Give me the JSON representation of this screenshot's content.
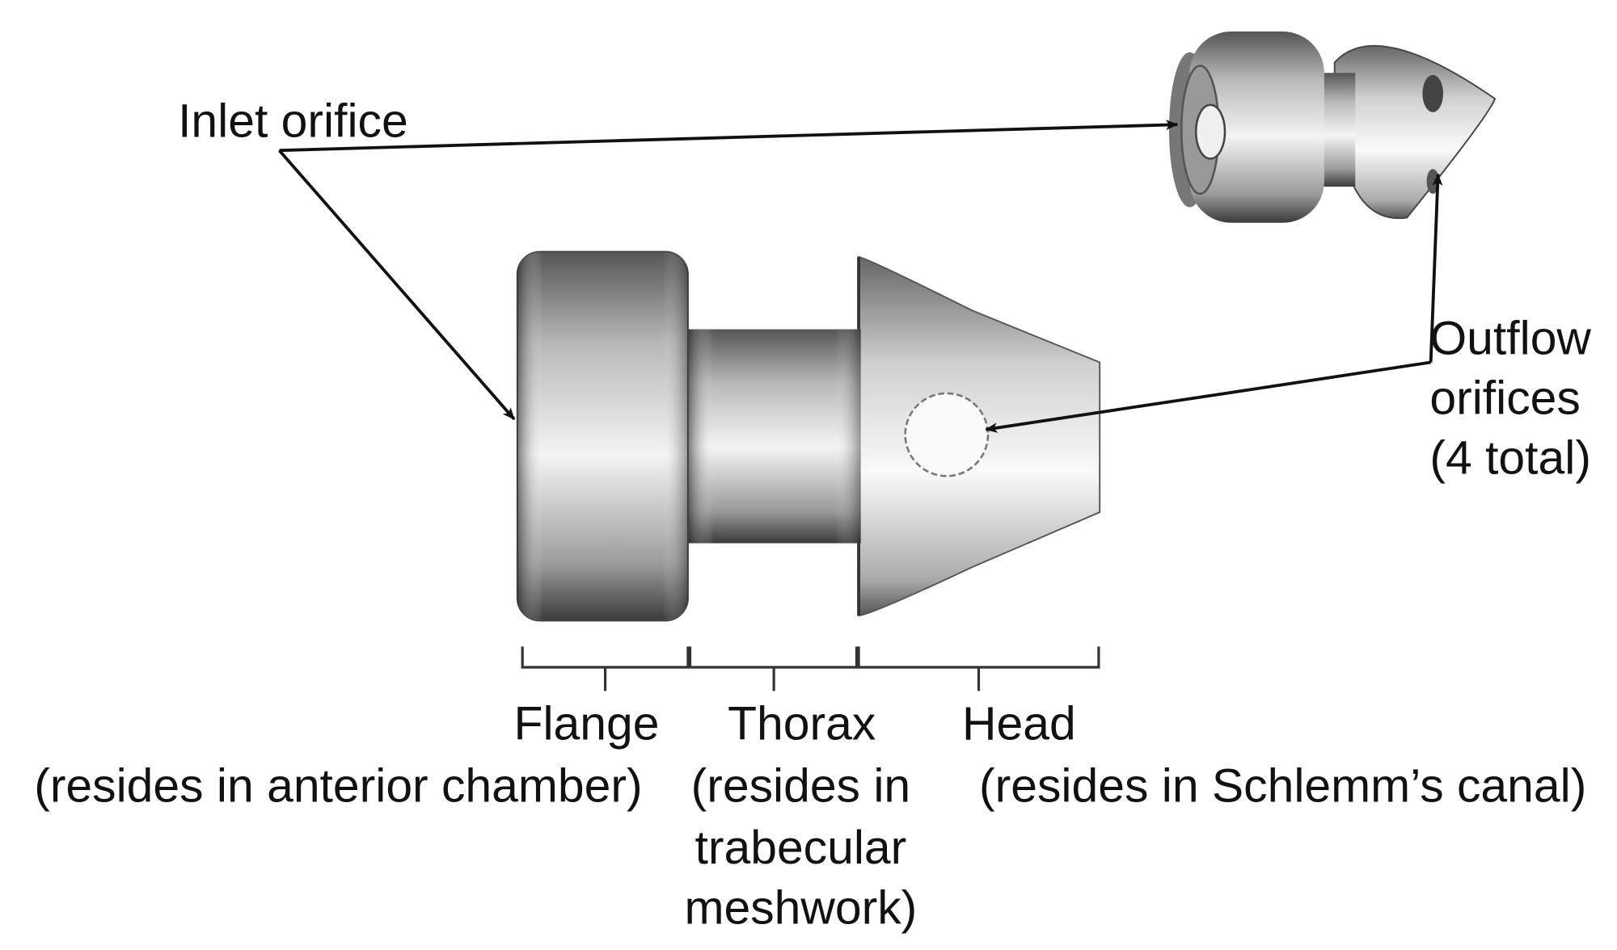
{
  "labels": {
    "inlet": "Inlet orifice",
    "outflow": [
      "Outflow",
      "orifices",
      "(4 total)"
    ],
    "flange": {
      "name": "Flange",
      "desc": "(resides in anterior chamber)"
    },
    "thorax": {
      "name": "Thorax",
      "desc": [
        "(resides in",
        "trabecular",
        "meshwork)"
      ]
    },
    "head": {
      "name": "Head",
      "desc": "(resides in Schlemm’s canal)"
    }
  },
  "colors": {
    "line": "#111111",
    "device_light": "#f2f2f2",
    "device_dark": "#3a3a3a"
  }
}
